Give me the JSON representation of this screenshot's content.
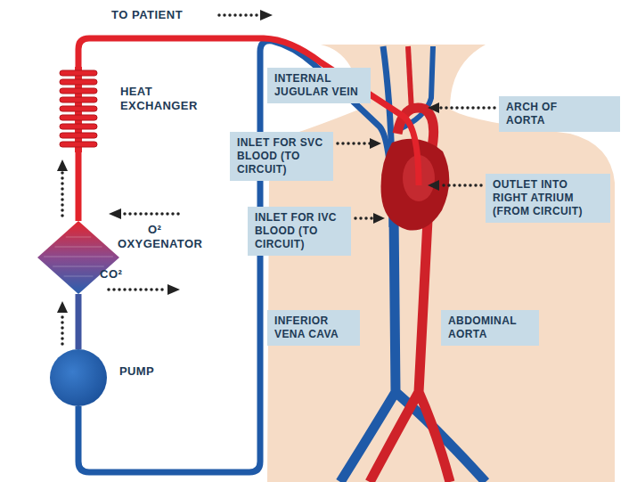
{
  "diagram": {
    "nodes": [
      {
        "text": [
          "HEAT EXCHANGER"
        ]
      },
      {
        "text": [
          "OXYGENATOR"
        ]
      },
      {
        "text": [
          "PUMP"
        ]
      },
      {
        "text": [
          "INTERNAL JUGULAR VEIN"
        ]
      },
      {
        "text": [
          "ARCH OF AORTA"
        ]
      },
      {
        "text": [
          "INLET FOR SVC BLOOD (TO CIRCUIT)"
        ]
      },
      {
        "text": [
          "OUTLET INTO RIGHT ATRIUM (FROM CIRCUIT)"
        ]
      },
      {
        "text": [
          "INLET FOR IVC BLOOD (TO CIRCUIT)"
        ]
      },
      {
        "text": [
          "INFERIOR VENA CAVA"
        ]
      },
      {
        "text": [
          "ABDOMINAL AORTA"
        ]
      }
    ],
    "edges": [
      {
        "from": 2,
        "to": 1,
        "arrow": "to"
      },
      {
        "from": 1,
        "to": 0,
        "arrow": "to"
      }
    ],
    "labels": [
      "TO PATIENT",
      "O²",
      "CO²"
    ]
  }
}
